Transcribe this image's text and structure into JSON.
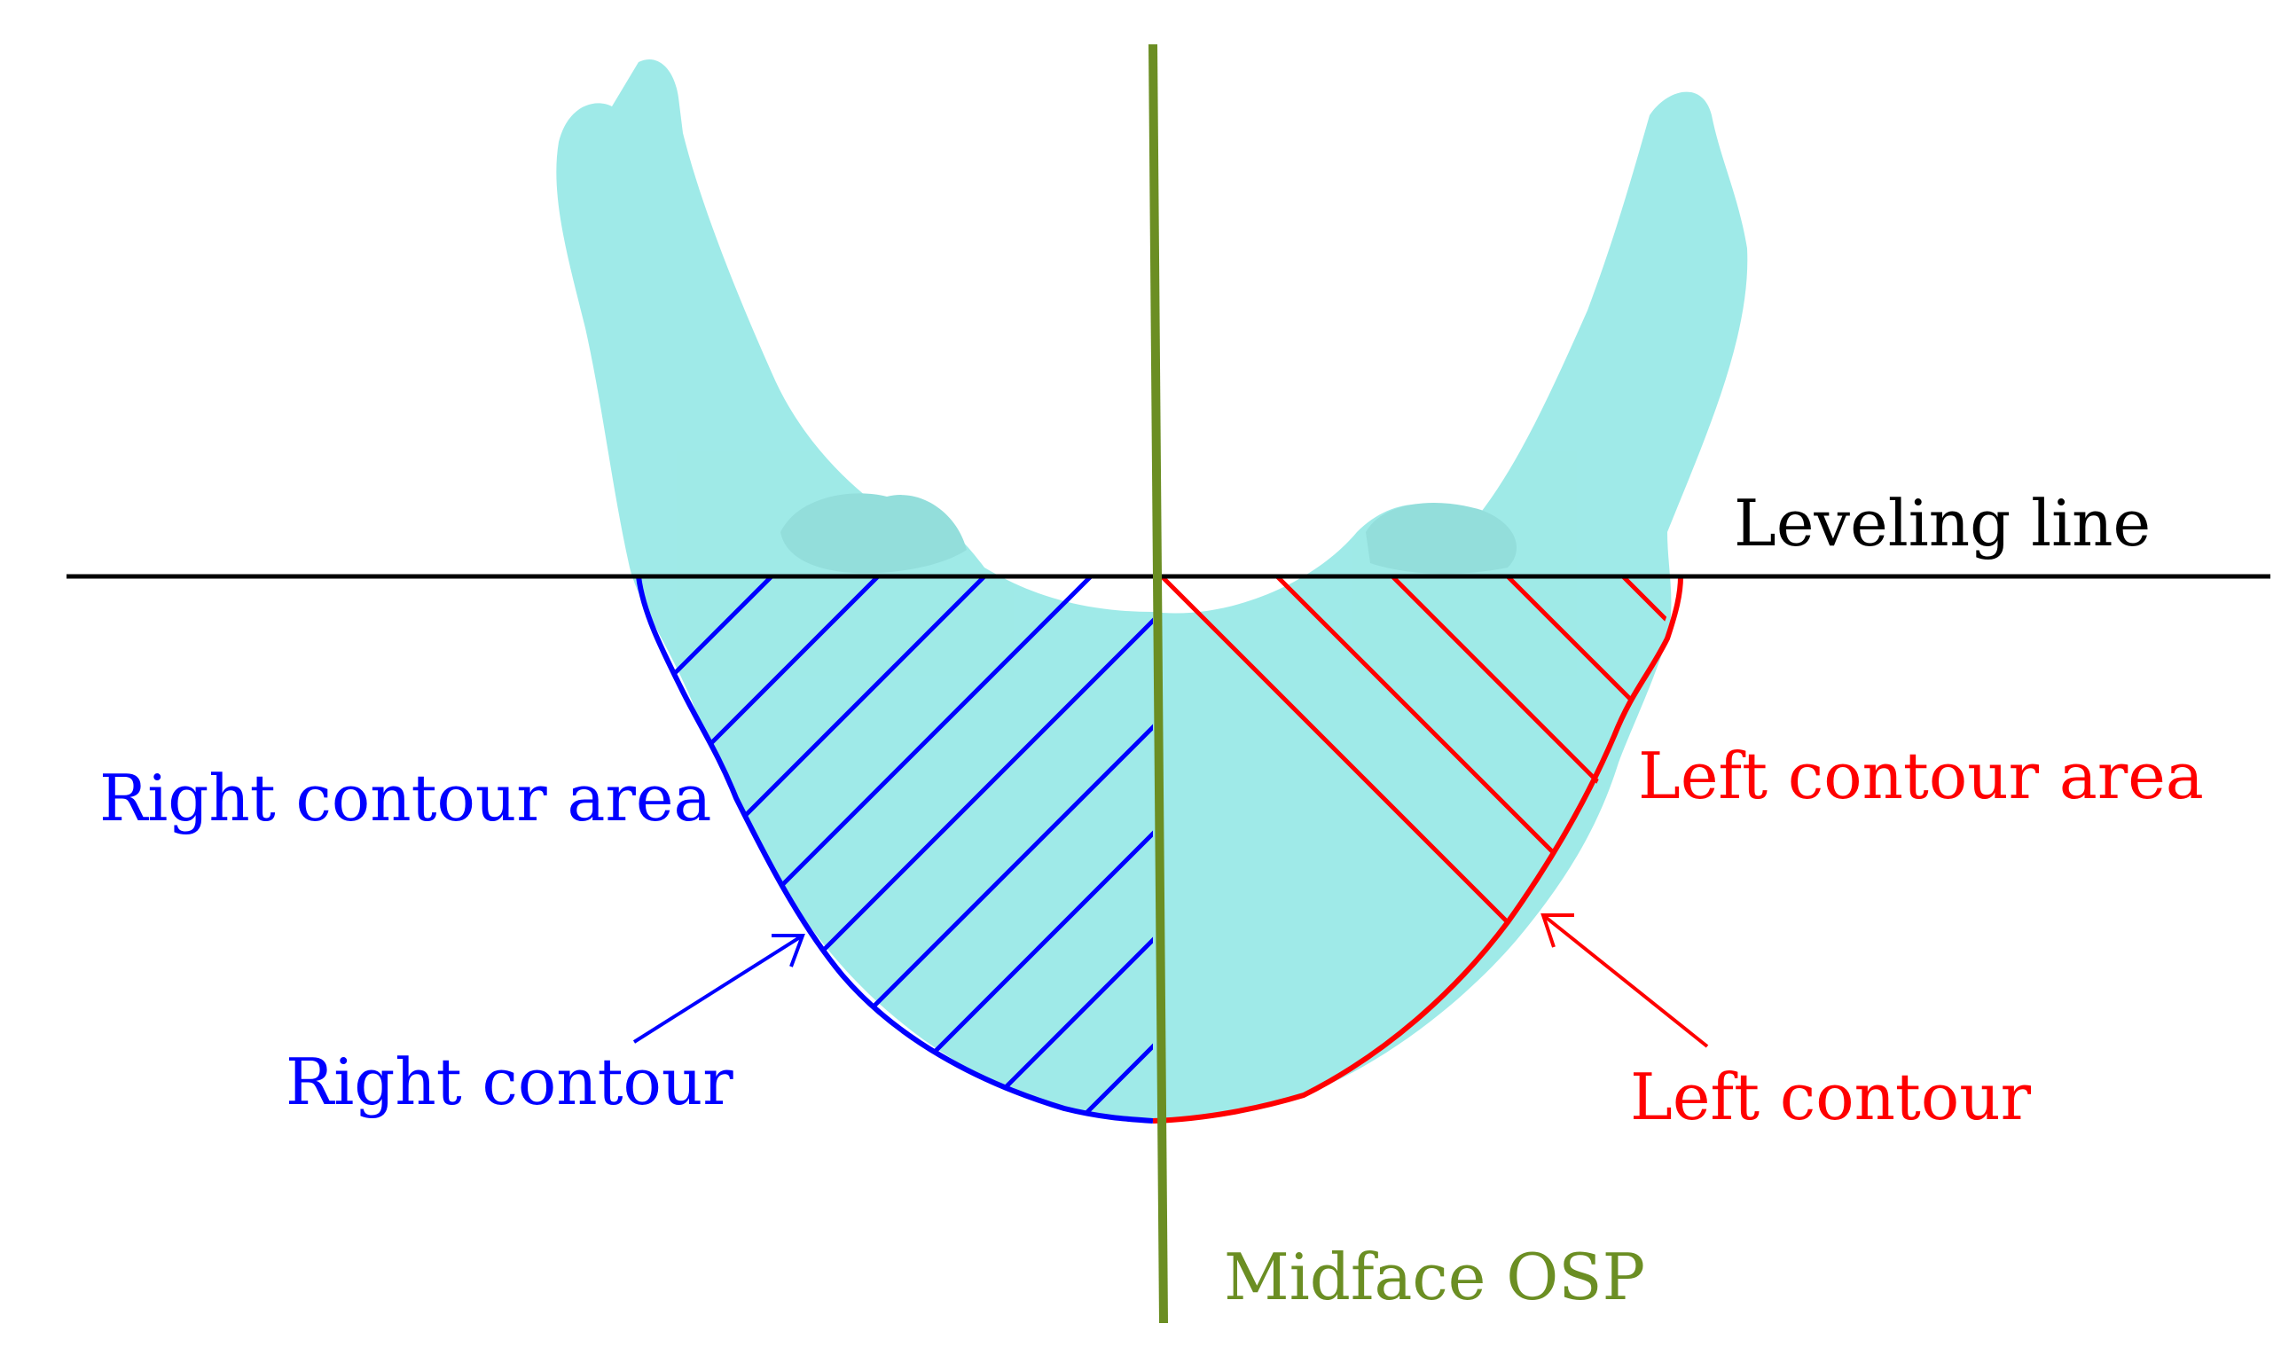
{
  "labels": {
    "leveling_line": "Leveling line",
    "right_contour_area": "Right contour area",
    "left_contour_area": "Left contour area",
    "right_contour": "Right contour",
    "left_contour": "Left contour",
    "midface_osp": "Midface OSP"
  },
  "colors": {
    "bone": "#7fe3e0",
    "right": "#0000ff",
    "left": "#ff0000",
    "midline": "#6b8e23",
    "leveling": "#000000",
    "background": "#ffffff"
  }
}
